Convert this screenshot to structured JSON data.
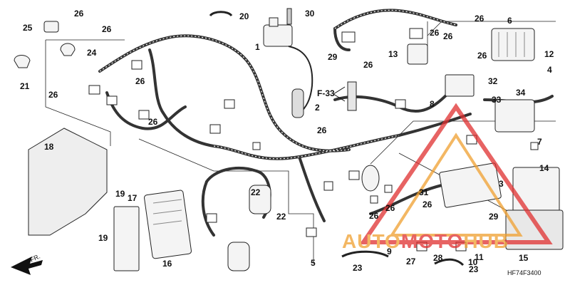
{
  "diagram": {
    "code": "HF74F3400",
    "ref_label": "F-33",
    "watermark": {
      "word_part1": "AUTO",
      "word_part2": "MOTO",
      "word_part3": "HUB",
      "color_red": "#e03030",
      "color_orange": "#f0a030"
    },
    "parts": [
      {
        "id": "p1",
        "num": "1"
      },
      {
        "id": "p2",
        "num": "2"
      },
      {
        "id": "p3",
        "num": "3"
      },
      {
        "id": "p4",
        "num": "4"
      },
      {
        "id": "p5",
        "num": "5"
      },
      {
        "id": "p6",
        "num": "6"
      },
      {
        "id": "p7",
        "num": "7"
      },
      {
        "id": "p8",
        "num": "8"
      },
      {
        "id": "p9",
        "num": "9"
      },
      {
        "id": "p10",
        "num": "10"
      },
      {
        "id": "p11",
        "num": "11"
      },
      {
        "id": "p12",
        "num": "12"
      },
      {
        "id": "p13",
        "num": "13"
      },
      {
        "id": "p14",
        "num": "14"
      },
      {
        "id": "p15",
        "num": "15"
      },
      {
        "id": "p16",
        "num": "16"
      },
      {
        "id": "p17",
        "num": "17"
      },
      {
        "id": "p18",
        "num": "18"
      },
      {
        "id": "p19a",
        "num": "19"
      },
      {
        "id": "p19b",
        "num": "19"
      },
      {
        "id": "p20",
        "num": "20"
      },
      {
        "id": "p21",
        "num": "21"
      },
      {
        "id": "p22a",
        "num": "22"
      },
      {
        "id": "p22b",
        "num": "22"
      },
      {
        "id": "p23a",
        "num": "23"
      },
      {
        "id": "p23b",
        "num": "23"
      },
      {
        "id": "p24",
        "num": "24"
      },
      {
        "id": "p25",
        "num": "25"
      },
      {
        "id": "p26a",
        "num": "26"
      },
      {
        "id": "p26b",
        "num": "26"
      },
      {
        "id": "p26c",
        "num": "26"
      },
      {
        "id": "p26d",
        "num": "26"
      },
      {
        "id": "p26e",
        "num": "26"
      },
      {
        "id": "p26f",
        "num": "26"
      },
      {
        "id": "p26g",
        "num": "26"
      },
      {
        "id": "p26h",
        "num": "26"
      },
      {
        "id": "p26i",
        "num": "26"
      },
      {
        "id": "p26j",
        "num": "26"
      },
      {
        "id": "p26k",
        "num": "26"
      },
      {
        "id": "p26l",
        "num": "26"
      },
      {
        "id": "p26m",
        "num": "26"
      },
      {
        "id": "p26n",
        "num": "26"
      },
      {
        "id": "p27",
        "num": "27"
      },
      {
        "id": "p28",
        "num": "28"
      },
      {
        "id": "p29a",
        "num": "29"
      },
      {
        "id": "p29b",
        "num": "29"
      },
      {
        "id": "p30",
        "num": "30"
      },
      {
        "id": "p31",
        "num": "31"
      },
      {
        "id": "p32",
        "num": "32"
      },
      {
        "id": "p33",
        "num": "33"
      },
      {
        "id": "p34",
        "num": "34"
      }
    ]
  }
}
